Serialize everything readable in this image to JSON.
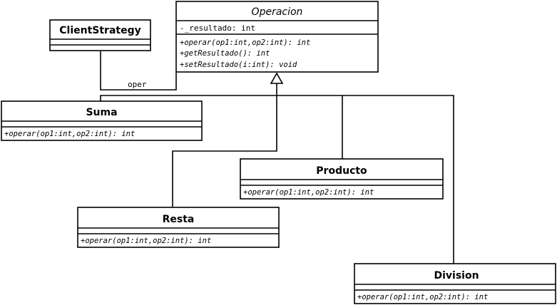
{
  "classes": {
    "operacion": {
      "name": "Operacion",
      "attributes": [
        "-_resultado: int"
      ],
      "operations": [
        "+operar(op1:int,op2:int): int",
        "+getResultado(): int",
        "+setResultado(i:int): void"
      ]
    },
    "client": {
      "name": "ClientStrategy"
    },
    "suma": {
      "name": "Suma",
      "operations": [
        "+operar(op1:int,op2:int): int"
      ]
    },
    "producto": {
      "name": "Producto",
      "operations": [
        "+operar(op1:int,op2:int): int"
      ]
    },
    "resta": {
      "name": "Resta",
      "operations": [
        "+operar(op1:int,op2:int): int"
      ]
    },
    "division": {
      "name": "Division",
      "operations": [
        "+operar(op1:int,op2:int): int"
      ]
    }
  },
  "association": {
    "label": "oper"
  }
}
